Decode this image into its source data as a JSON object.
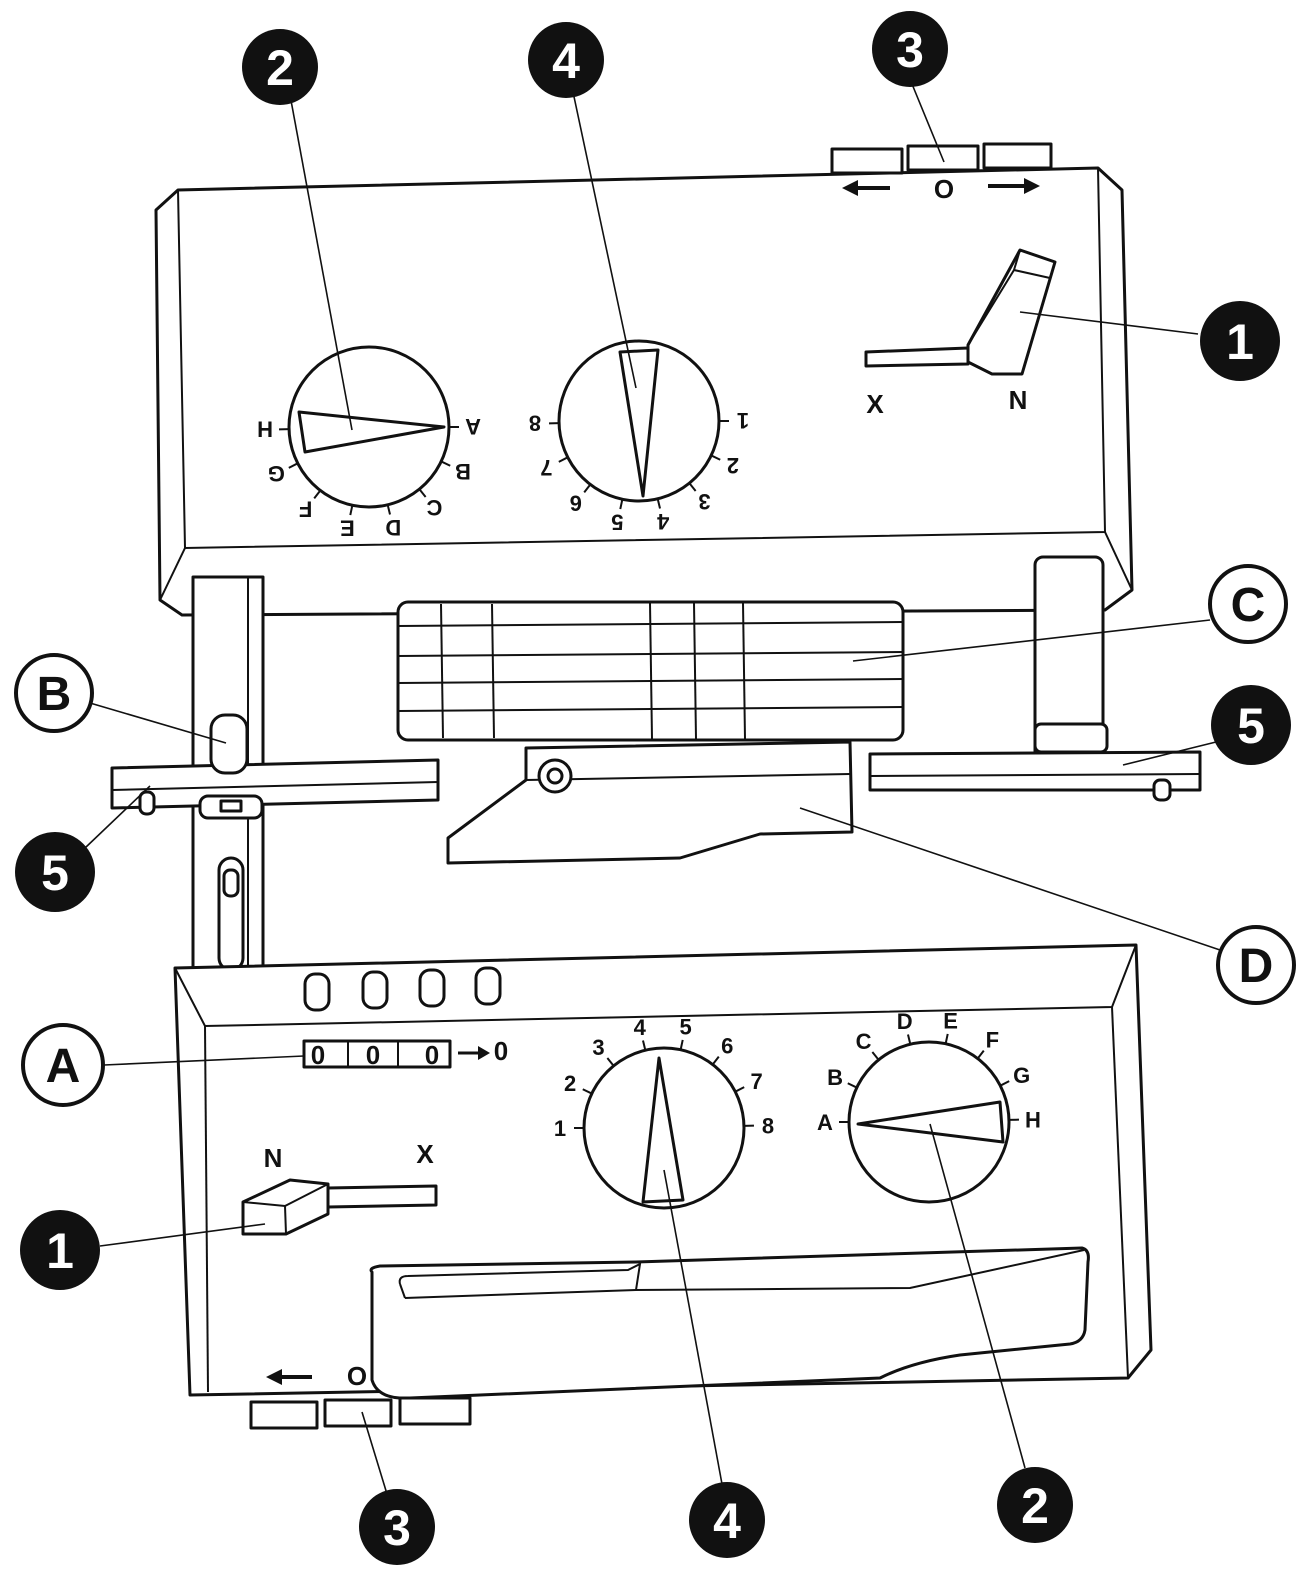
{
  "callouts": {
    "one": "1",
    "two": "2",
    "three": "3",
    "four": "4",
    "five": "5",
    "a": "A",
    "b": "B",
    "c": "C",
    "d": "D"
  },
  "upper_panel": {
    "switch_x": "X",
    "switch_n": "N",
    "direction_o": "O",
    "letter_dial": [
      "A",
      "B",
      "C",
      "D",
      "E",
      "F",
      "G",
      "H"
    ],
    "number_dial": [
      "1",
      "2",
      "3",
      "4",
      "5",
      "6",
      "7",
      "8"
    ]
  },
  "lower_panel": {
    "switch_n": "N",
    "switch_x": "X",
    "direction_o": "O",
    "counter_digits": [
      "0",
      "0",
      "0"
    ],
    "counter_reset": "0",
    "number_dial": [
      "1",
      "2",
      "3",
      "4",
      "5",
      "6",
      "7",
      "8"
    ],
    "letter_dial": [
      "A",
      "B",
      "C",
      "D",
      "E",
      "F",
      "G",
      "H"
    ]
  },
  "colors": {
    "ink": "#111111",
    "paper": "#ffffff"
  }
}
